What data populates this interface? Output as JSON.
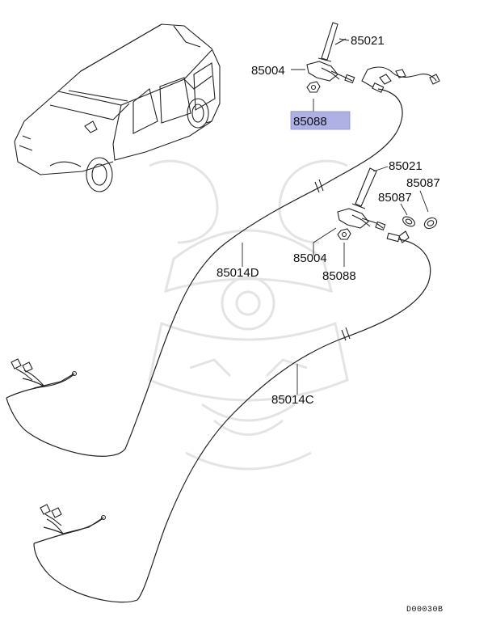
{
  "diagram": {
    "labels": {
      "antenna_top": "85021",
      "connector_top": "85004",
      "nut_top": "85088",
      "antenna_mid": "85021",
      "washer_a": "85087",
      "washer_b": "85087",
      "connector_mid": "85004",
      "nut_mid": "85088",
      "cable_d": "85014D",
      "cable_c": "85014C"
    },
    "diagram_code": "D00030B",
    "highlight_color": "#aeb0e6"
  }
}
